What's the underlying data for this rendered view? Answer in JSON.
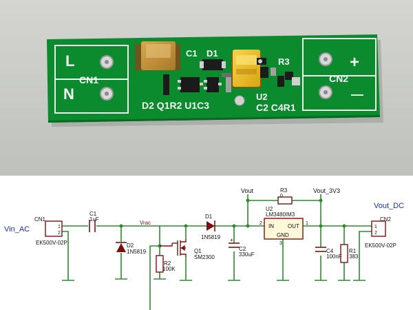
{
  "photo": {
    "silk": {
      "cn1": "CN1",
      "l": "L",
      "n": "N",
      "c1": "C1",
      "d1": "D1",
      "r3": "R3",
      "cn2": "CN2",
      "plus": "+",
      "minus": "—",
      "bottom_left": "D2 Q1R2 U1C3",
      "u2": "U2",
      "bottom_right": "C2 C4R1"
    },
    "colors": {
      "pcb": "#0b8a2e",
      "silk": "#f4f4f4",
      "background": "#c8cac6",
      "tantalum_orange": "#c9962e",
      "tantalum_yellow": "#f0c020"
    }
  },
  "schematic": {
    "vin_ac": "Vin_AC",
    "vout_dc": "Vout_DC",
    "vrac": "Vrac",
    "vout": "Vout",
    "vout_3v3": "Vout_3V3",
    "cn1": {
      "ref": "CN1",
      "part": "EK500V-02P",
      "pin1": "1",
      "pin2": "2"
    },
    "cn2": {
      "ref": "CN2",
      "part": "EK500V-02P",
      "pin1": "1",
      "pin2": "2"
    },
    "c1": {
      "ref": "C1",
      "value": "1uF"
    },
    "d1": {
      "ref": "D1",
      "value": "1N5819"
    },
    "d2": {
      "ref": "D2",
      "value": "1N5819"
    },
    "r2": {
      "ref": "R2",
      "value": "100K"
    },
    "q1": {
      "ref": "Q1",
      "value": "SM2300"
    },
    "c2": {
      "ref": "C2",
      "value": "330uF",
      "plus": "+"
    },
    "r3": {
      "ref": "R3",
      "value": "0"
    },
    "u2": {
      "ref": "U2",
      "part": "LM3480IM3",
      "in": "IN",
      "out": "OUT",
      "gnd": "GND",
      "pin_in": "2",
      "pin_out": "1",
      "pin_gnd": "3"
    },
    "c4": {
      "ref": "C4",
      "value": "100nF"
    },
    "r1": {
      "ref": "R1",
      "value": "383"
    },
    "colors": {
      "wire": "#2e8a2e",
      "symbol": "#7a1010",
      "label": "#1a2ea8",
      "ic_fill": "#fff8d8"
    }
  }
}
